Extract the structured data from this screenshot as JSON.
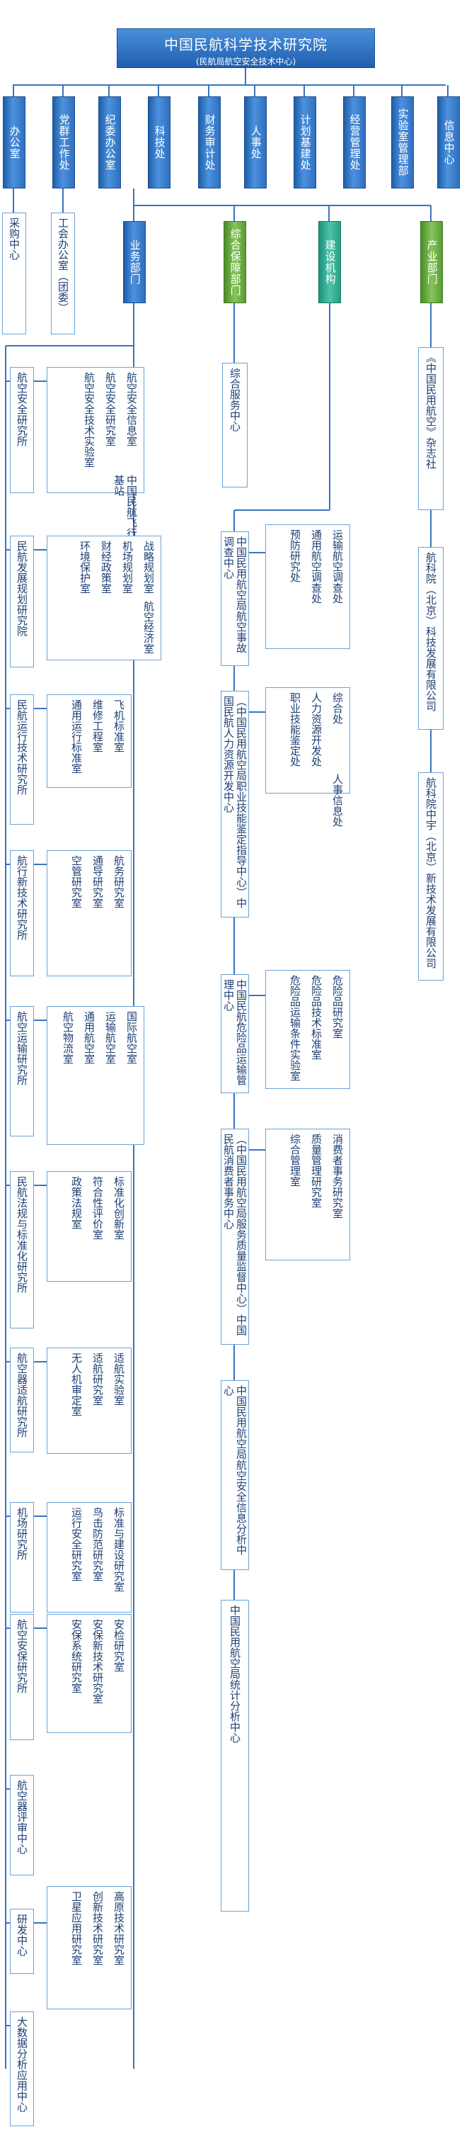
{
  "root": {
    "title": "中国民航科学技术研究院",
    "subtitle": "(民航局航空安全技术中心)"
  },
  "departments": [
    "办公室",
    "党群工作处",
    "纪委办公室",
    "科技处",
    "财务审计处",
    "人事处",
    "计划基建处",
    "经营管理处",
    "实验室管理部",
    "信息中心"
  ],
  "dept_subs": [
    {
      "dept": "办公室",
      "items": [
        "采购中心"
      ]
    },
    {
      "dept": "党群工作处",
      "items": [
        "工会办公室（团委）"
      ]
    }
  ],
  "divisions": [
    {
      "name": "业务部门",
      "color": "blue"
    },
    {
      "name": "综合保障部门",
      "color": "green"
    },
    {
      "name": "建设机构",
      "color": "teal"
    },
    {
      "name": "产业部门",
      "color": "green"
    }
  ],
  "business_units": [
    {
      "name": "航空安全研究所",
      "subs": [
        "航空安全信息室",
        "航空安全研究室",
        "航空安全技术实验室",
        "中国民航飞行品质监控基站"
      ]
    },
    {
      "name": "民航发展规划研究院",
      "subs": [
        "战略规划室",
        "机场规划室",
        "财经政策室",
        "环境保护室",
        "航空经济室"
      ]
    },
    {
      "name": "民航运行技术研究所",
      "subs": [
        "飞机标准室",
        "维修工程室",
        "通用运行标准室"
      ]
    },
    {
      "name": "航行新技术研究所",
      "subs": [
        "航务研究室",
        "通导研究室",
        "空管研究室"
      ]
    },
    {
      "name": "航空运输研究所",
      "subs": [
        "国际航空室",
        "运输航空室",
        "通用航空室",
        "航空物流室"
      ]
    },
    {
      "name": "民航法规与标准化研究所",
      "subs": [
        "标准化创新室",
        "符合性评价室",
        "政策法规室"
      ]
    },
    {
      "name": "航空器适航研究所",
      "subs": [
        "适航实验室",
        "适航研究室",
        "无人机审定室"
      ]
    },
    {
      "name": "机场研究所",
      "subs": [
        "标准与建设研究室",
        "鸟击防范研究室",
        "运行安全研究室"
      ]
    },
    {
      "name": "航空安保研究所",
      "subs": [
        "安检研究室",
        "安保新技术研究室",
        "安保系统研究室"
      ]
    },
    {
      "name": "航空器评审中心",
      "subs": []
    },
    {
      "name": "研发中心",
      "subs": [
        "高原技术研究室",
        "创新技术研究室",
        "卫星应用研究室"
      ]
    },
    {
      "name": "大数据分析应用中心",
      "subs": []
    }
  ],
  "support_units": [
    {
      "name": "综合服务中心",
      "subs": []
    }
  ],
  "construction_units": [
    {
      "name": "中国民用航空局航空事故调查中心",
      "subs": [
        "运输航空调查处",
        "通用航空调查处",
        "预防研究处"
      ]
    },
    {
      "name": "（中国民用航空局职业技能鉴定指导中心）中国民航人力资源开发中心",
      "subs": [
        "综合处",
        "人力资源开发处",
        "职业技能鉴定处",
        "人事信息处"
      ]
    },
    {
      "name": "中国民航危险品运输管理中心",
      "subs": [
        "危险品研究室",
        "危险品技术标准室",
        "危险品运输条件实验室"
      ]
    },
    {
      "name": "（中国民用航空局服务质量监督中心）中国民航消费者事务中心",
      "subs": [
        "消费者事务研究室",
        "质量管理研究室",
        "综合管理室"
      ]
    },
    {
      "name": "中国民用航空局航空安全信息分析中心",
      "subs": []
    },
    {
      "name": "中国民用航空局统计分析中心",
      "subs": []
    }
  ],
  "industry_units": [
    {
      "name": "《中国民用航空》杂志社"
    },
    {
      "name": "航科院（北京）科技发展有限公司"
    },
    {
      "name": "航科院中宇（北京）新技术发展有限公司"
    }
  ]
}
